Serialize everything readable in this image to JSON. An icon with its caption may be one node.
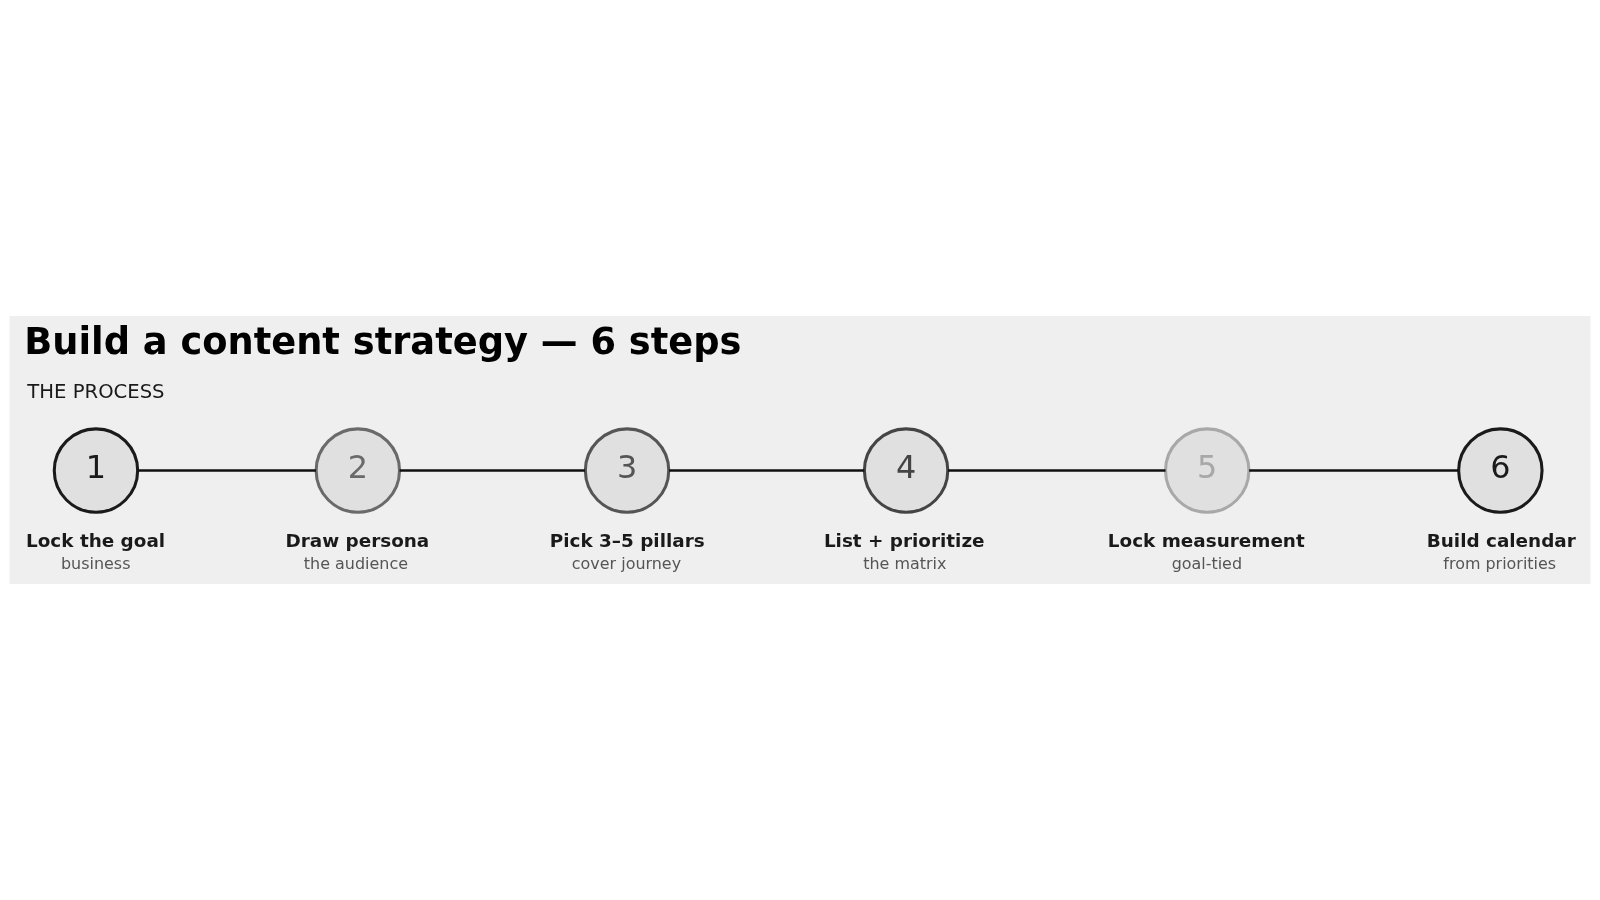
{
  "diagram": {
    "title": "Build a content strategy — 6 steps",
    "nodes": [
      {
        "text": [
          "1"
        ],
        "beside": [
          "Lock the goal",
          "business"
        ]
      },
      {
        "text": [
          "2"
        ],
        "beside": [
          "Draw persona",
          "the audience"
        ]
      },
      {
        "text": [
          "3"
        ],
        "beside": [
          "Pick 3–5 pillars",
          "cover journey"
        ]
      },
      {
        "text": [
          "4"
        ],
        "beside": [
          "List + prioritize",
          "the matrix"
        ]
      },
      {
        "text": [
          "5"
        ],
        "beside": [
          "Lock measurement",
          "goal-tied"
        ]
      },
      {
        "text": [
          "6"
        ],
        "beside": [
          "Build calendar",
          "from priorities"
        ]
      }
    ],
    "edges": [
      {
        "from": 0,
        "to": 1,
        "arrow": "none"
      },
      {
        "from": 1,
        "to": 2,
        "arrow": "none"
      },
      {
        "from": 2,
        "to": 3,
        "arrow": "none"
      },
      {
        "from": 3,
        "to": 4,
        "arrow": "none"
      },
      {
        "from": 4,
        "to": 5,
        "arrow": "none"
      }
    ],
    "labels": [
      "THE PROCESS"
    ]
  }
}
